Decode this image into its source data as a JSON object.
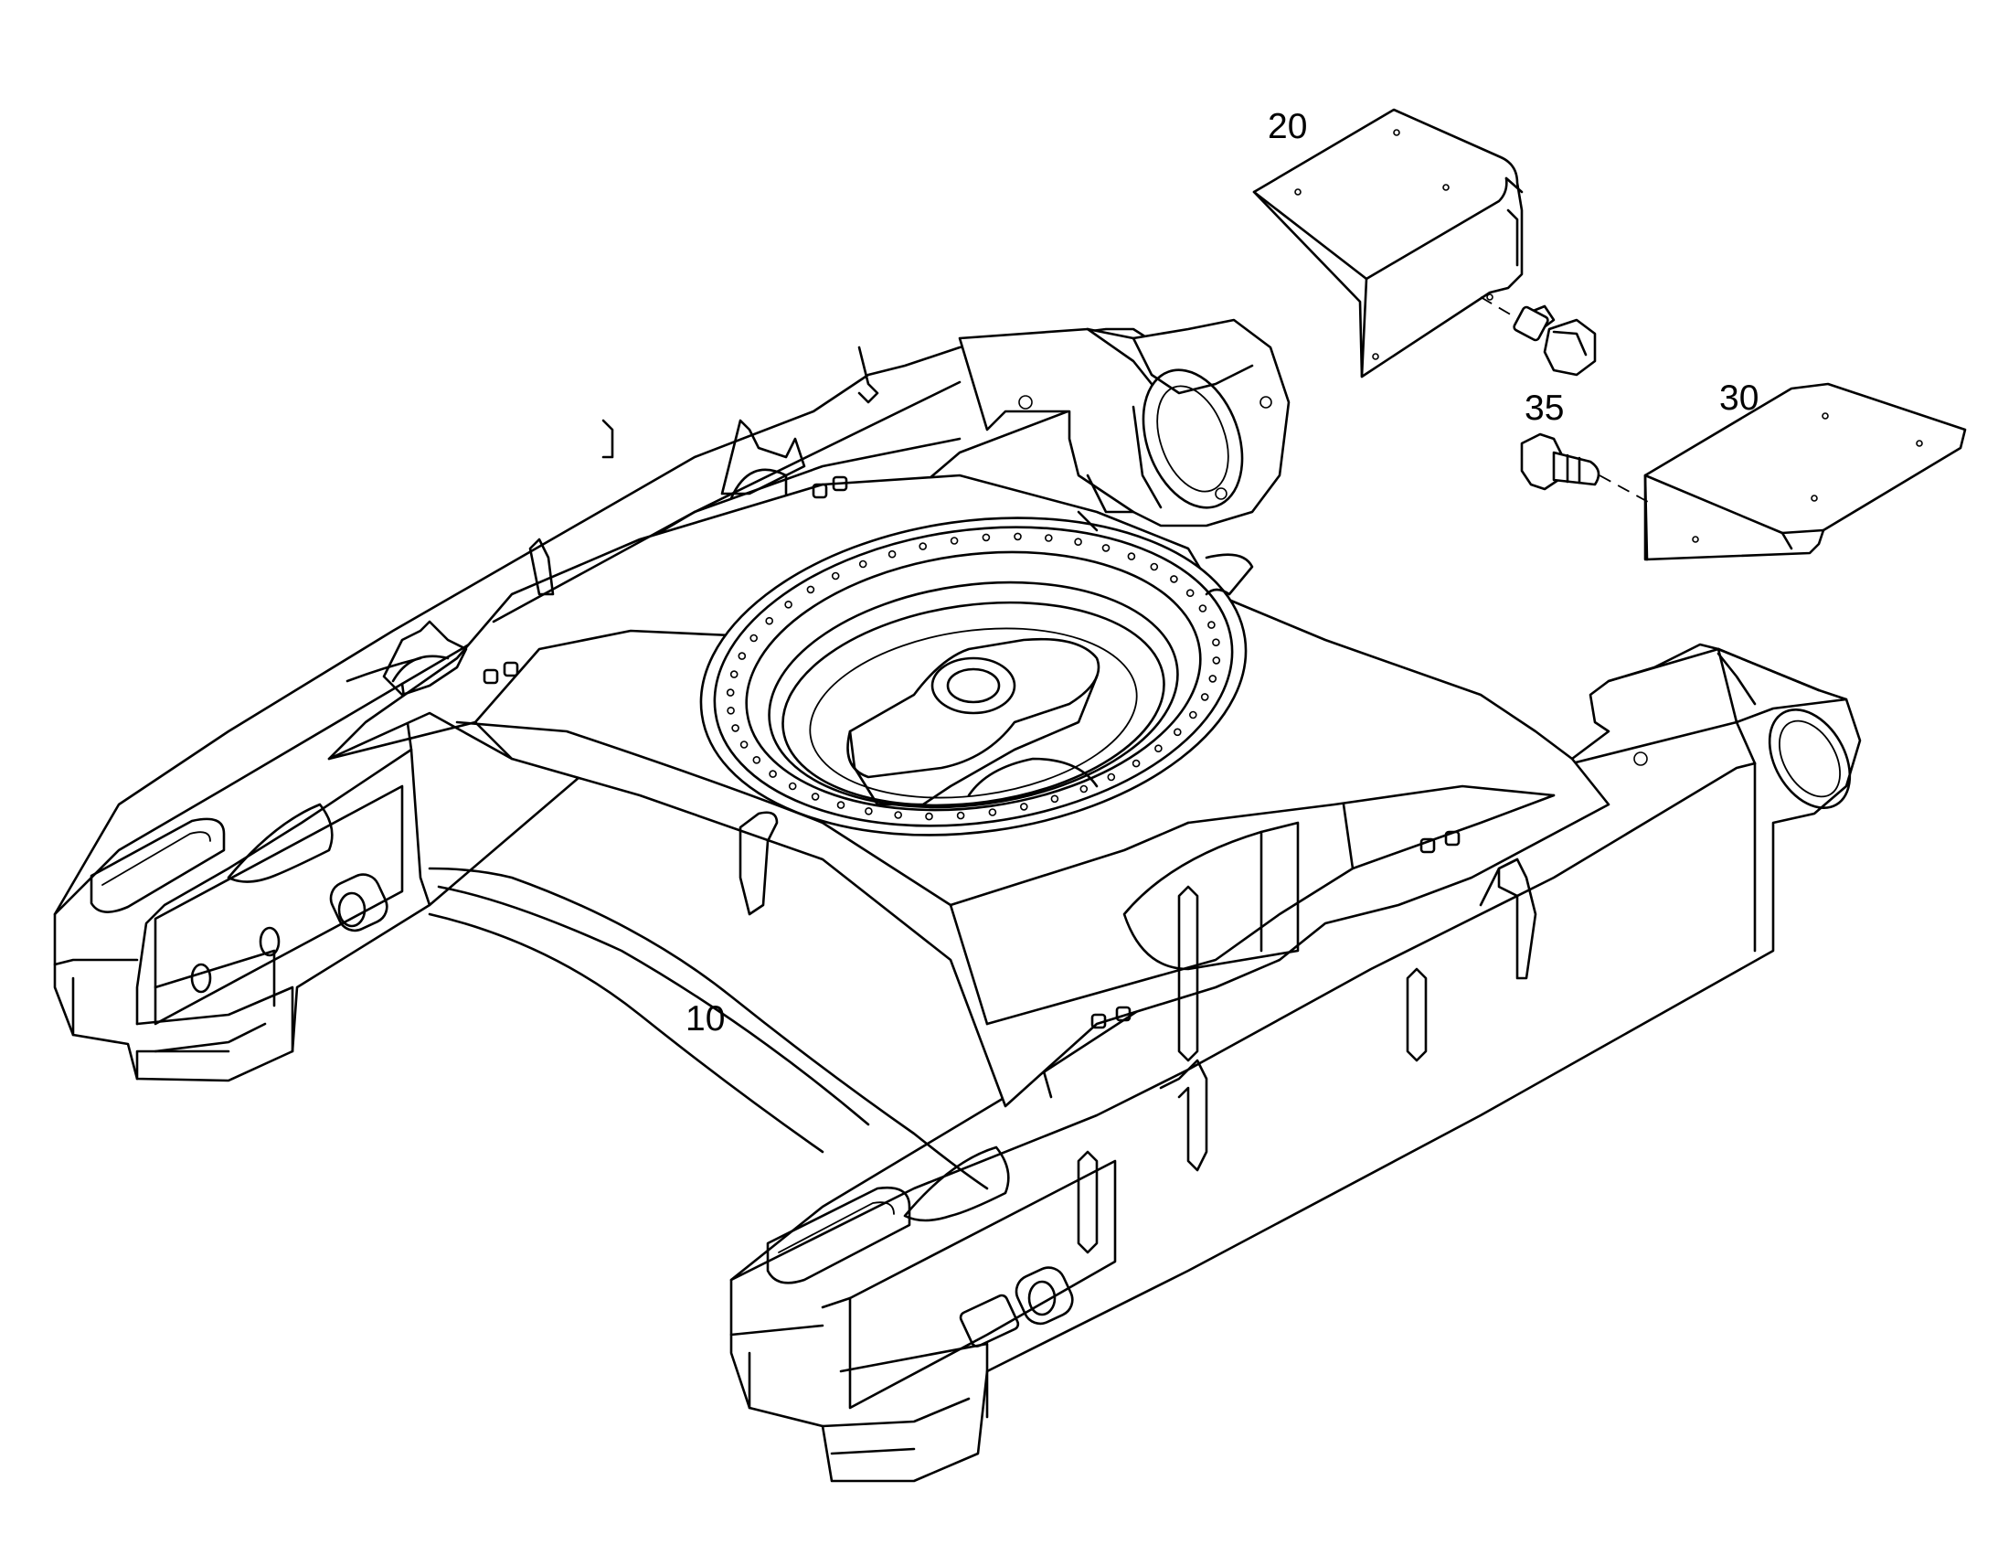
{
  "diagram": {
    "type": "exploded parts diagram",
    "part_callouts": [
      {
        "id": "callout-10",
        "label": "10"
      },
      {
        "id": "callout-20",
        "label": "20"
      },
      {
        "id": "callout-30",
        "label": "30"
      },
      {
        "id": "callout-35",
        "label": "35"
      }
    ]
  }
}
